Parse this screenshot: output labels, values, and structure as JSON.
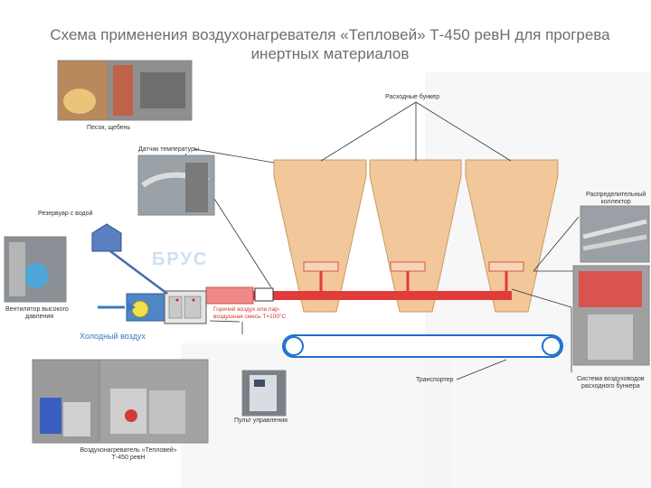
{
  "title": {
    "line1": "Схема применения воздухонагревателя «Тепловей» Т-450 ревН для прогрева",
    "line2": "инертных материалов"
  },
  "labels": {
    "sand": "Песок, щебень",
    "temp_sensor": "Датчик температуры",
    "bunkers": "Расходные бункер",
    "water_tank": "Резервуар с водой",
    "fan_line1": "Вентилятор высокого",
    "fan_line2": "давления",
    "cold_air": "Холодный воздух",
    "hot_air_line1": "Горячий воздух или пар-",
    "hot_air_line2": "воздушная смесь Т=100°С",
    "control_panel": "Пульт управления",
    "conveyor": "Транспортер",
    "heater_line1": "Воздухонагреватель «Тепловей»",
    "heater_line2": "Т-450 ревН",
    "collector_line1": "Распределительный",
    "collector_line2": "коллектор",
    "duct_line1": "Система воздуховодов",
    "duct_line2": "расходного бункера",
    "watermark": "БРУС"
  },
  "colors": {
    "bunker": "#f2c79a",
    "bunker_stroke": "#c99a6a",
    "hot_pipe": "#e23b3b",
    "cold": "#3c78c8",
    "water": "#5b7fc0",
    "conveyor": "#1e6fd0"
  }
}
